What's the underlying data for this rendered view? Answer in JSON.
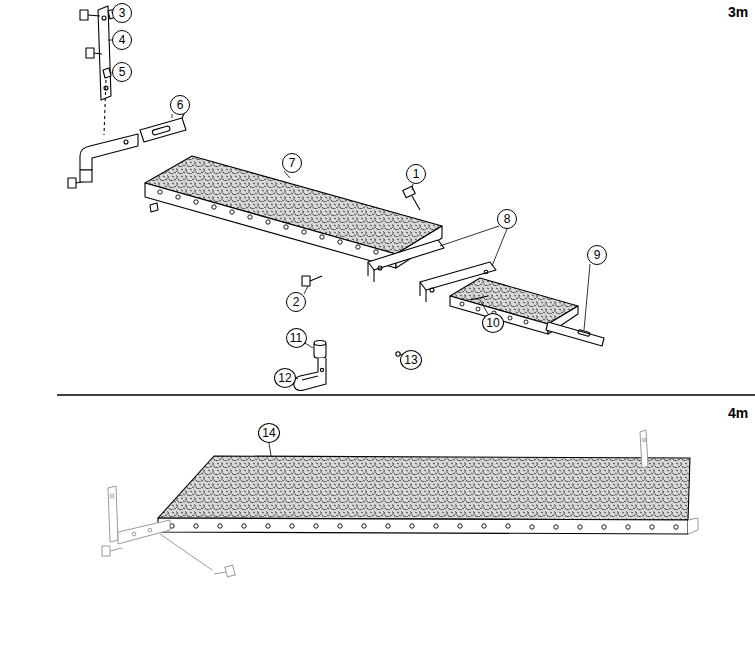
{
  "diagram": {
    "labels": [
      "3m",
      "3",
      "4",
      "5",
      "6",
      "7",
      "1",
      "8",
      "2",
      "9",
      "10",
      "11",
      "13",
      "12",
      "4m",
      "14"
    ]
  }
}
